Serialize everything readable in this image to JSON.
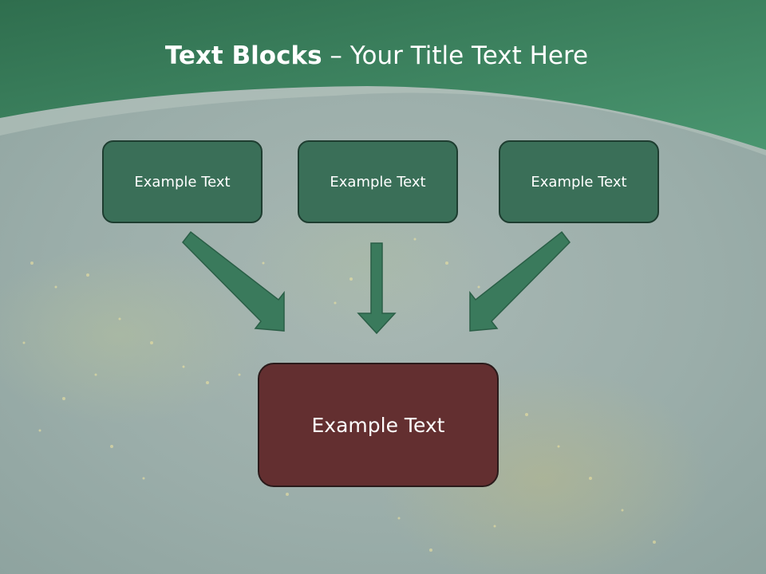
{
  "title": {
    "bold": "Text Blocks",
    "separator": " – ",
    "rest": "Your Title Text Here"
  },
  "blocks": {
    "left": "Example Text",
    "center": "Example Text",
    "right": "Example Text",
    "bottom": "Example Text"
  },
  "colors": {
    "header": "#3f8a62",
    "box_green": "#3a6f58",
    "box_red": "#632f30",
    "arrow": "#3a7a5c"
  }
}
